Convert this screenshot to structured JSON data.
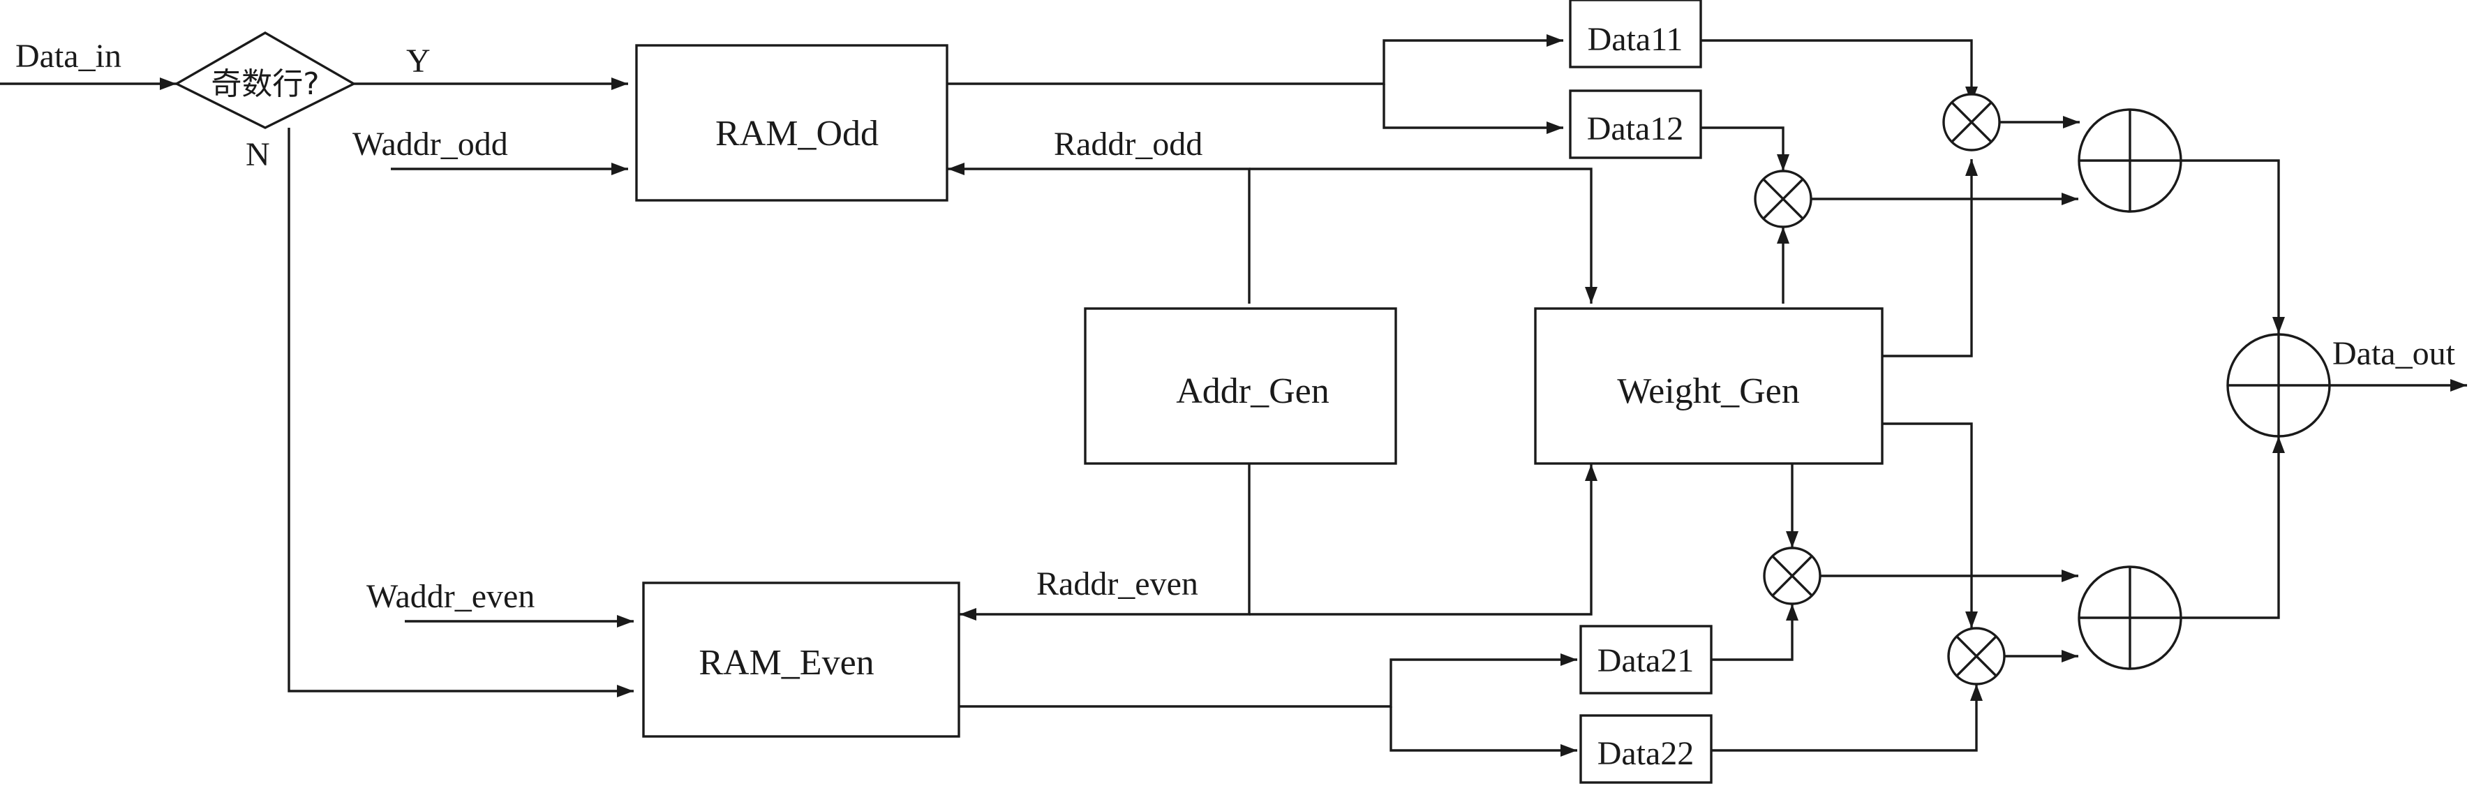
{
  "inputs": {
    "data_in": "Data_in",
    "waddr_odd": "Waddr_odd",
    "waddr_even": "Waddr_even"
  },
  "decision": {
    "text": "奇数行?",
    "yes": "Y",
    "no": "N"
  },
  "blocks": {
    "ram_odd": "RAM_Odd",
    "ram_even": "RAM_Even",
    "addr_gen": "Addr_Gen",
    "weight_gen": "Weight_Gen"
  },
  "signals": {
    "raddr_odd": "Raddr_odd",
    "raddr_even": "Raddr_even"
  },
  "registers": {
    "data11": "Data11",
    "data12": "Data12",
    "data21": "Data21",
    "data22": "Data22"
  },
  "output": {
    "data_out": "Data_out"
  }
}
